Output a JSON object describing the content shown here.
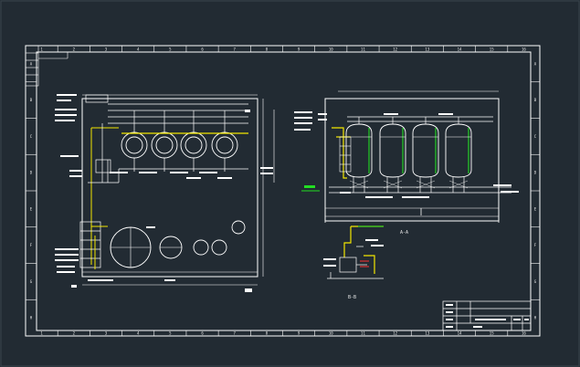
{
  "drawing": {
    "background": "#222b33",
    "line_color": "#ffffff",
    "accent_yellow": "#f2e600",
    "accent_green": "#22dd22",
    "accent_red": "#ff3030",
    "section_label_elevation": "A-A",
    "section_label_detail": "B-B",
    "zone_numbers_top": [
      "1",
      "2",
      "3",
      "4",
      "5",
      "6",
      "7",
      "8",
      "9",
      "10",
      "11",
      "12",
      "13",
      "14",
      "15",
      "16"
    ],
    "zone_letters_left": [
      "A",
      "B",
      "C",
      "D",
      "E",
      "F",
      "G",
      "H"
    ]
  }
}
